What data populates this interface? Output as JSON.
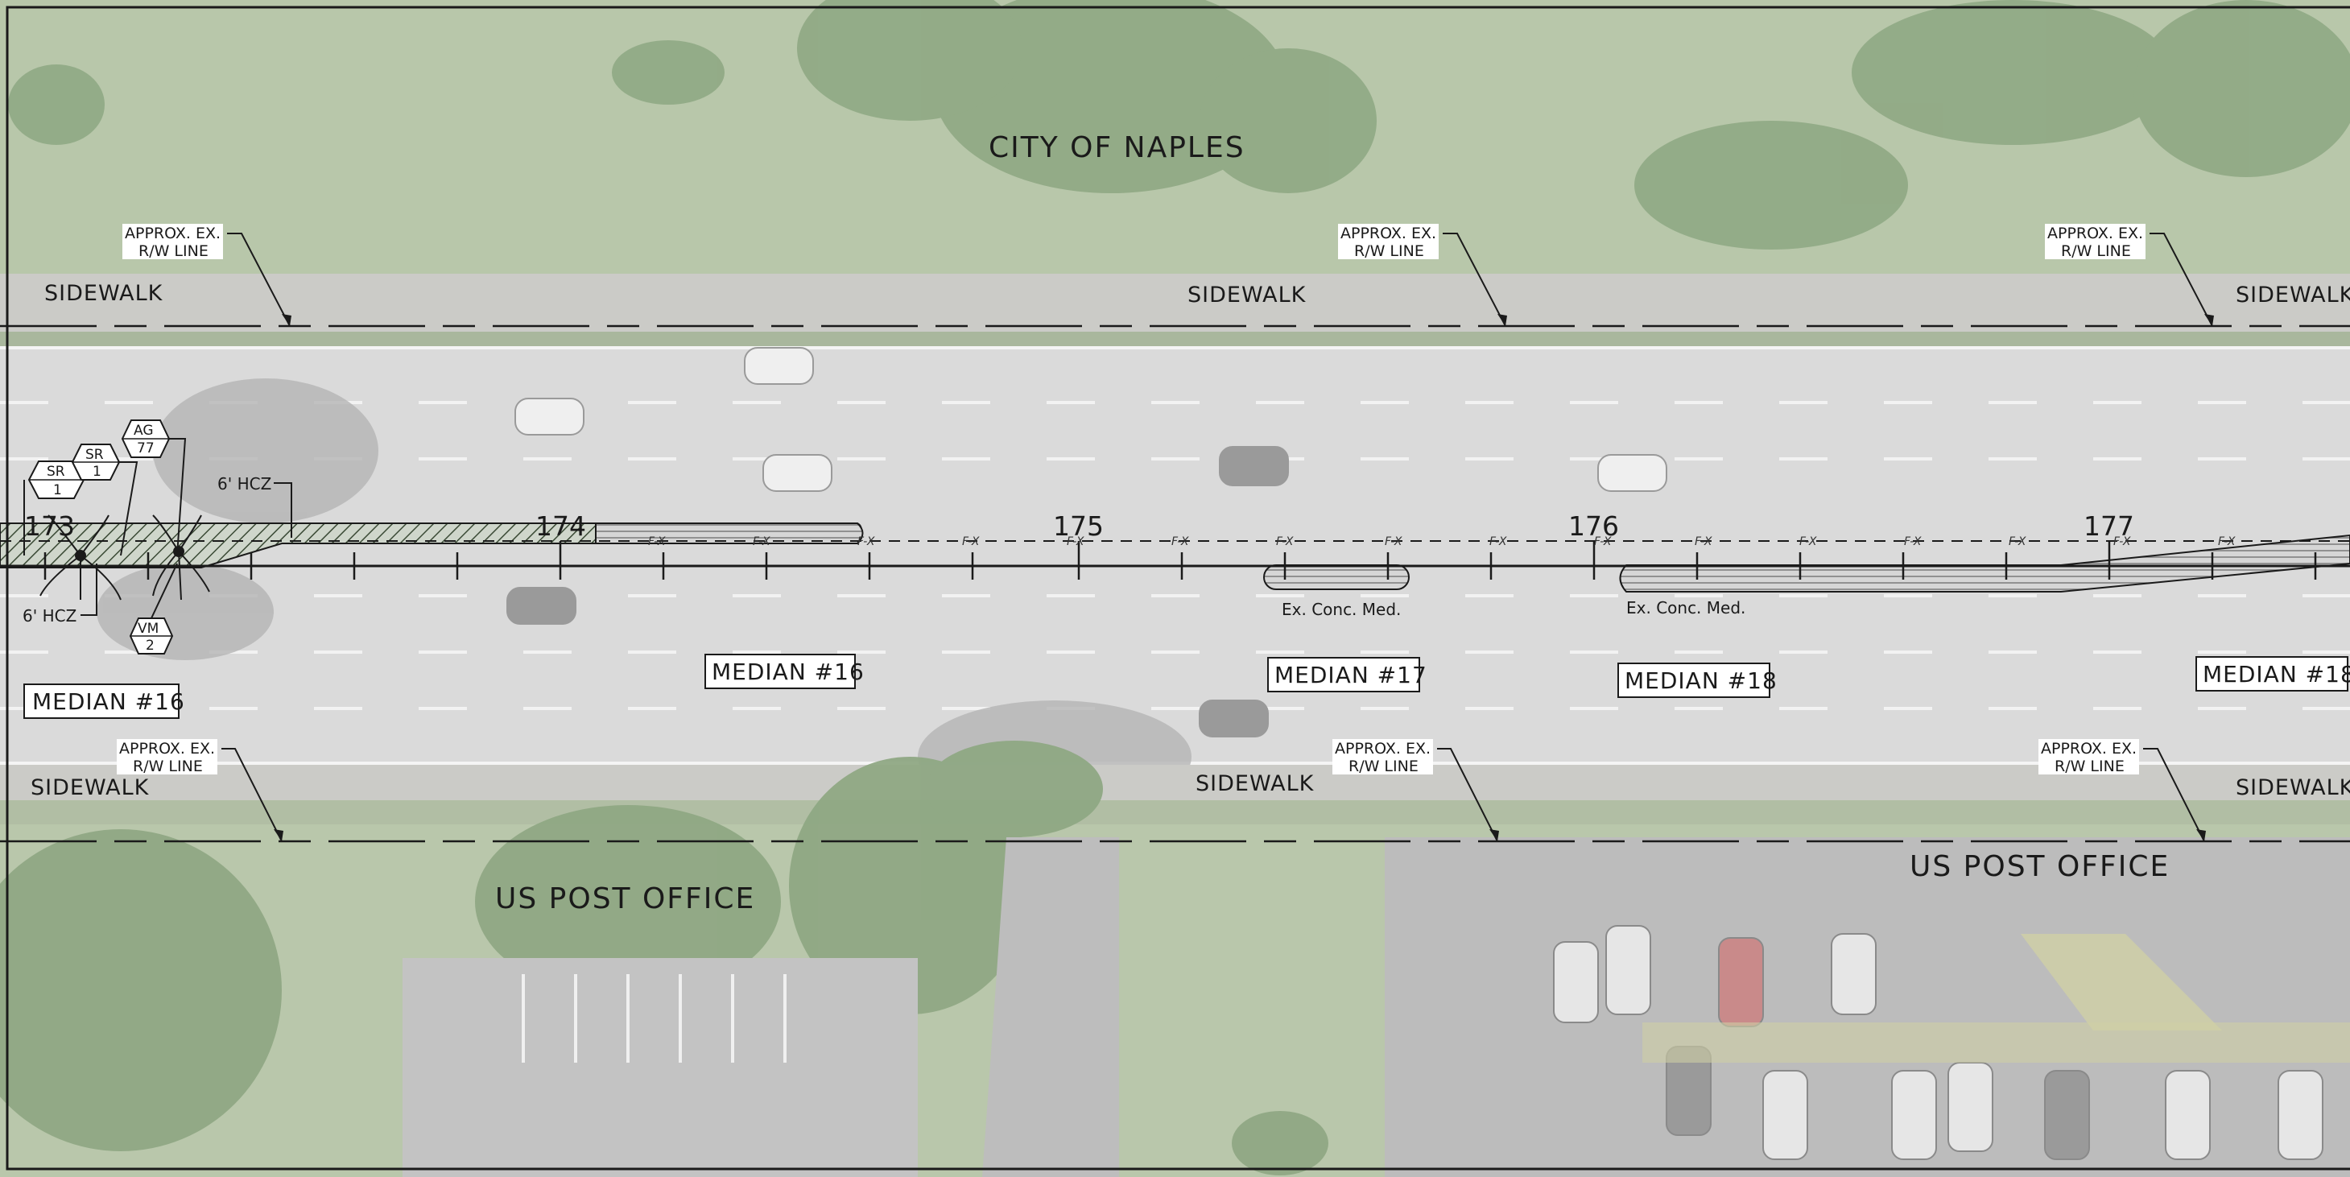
{
  "map": {
    "area_labels": {
      "north_city": "CITY OF NAPLES",
      "south_post_office_left": "US POST OFFICE",
      "south_post_office_right": "US POST OFFICE"
    },
    "sidewalk_label": "SIDEWALK",
    "rw_line": {
      "line1": "APPROX. EX.",
      "line2": "R/W LINE"
    },
    "stations": [
      "173",
      "174",
      "175",
      "176",
      "177"
    ],
    "medians": {
      "m16_left": "MEDIAN #16",
      "m16_center": "MEDIAN #16",
      "m17": "MEDIAN #17",
      "m18": "MEDIAN #18",
      "m18_right": "MEDIAN #18"
    },
    "existing_median_note": "Ex. Conc. Med.",
    "hcz_note": "6' HCZ",
    "fiber_marker": "F-X",
    "tags": [
      {
        "top": "SR",
        "bottom": "1"
      },
      {
        "top": "SR",
        "bottom": "1"
      },
      {
        "top": "AG",
        "bottom": "77"
      },
      {
        "top": "VM",
        "bottom": "2"
      }
    ],
    "colors": {
      "grass": "#b4c3a6",
      "pavement": "#dcdcdc",
      "sidewalk": "#c9c9c5",
      "tree_canopy": "#8fa884",
      "linework": "#1a1a1a",
      "parking_lot": "#bcbcbc"
    }
  }
}
